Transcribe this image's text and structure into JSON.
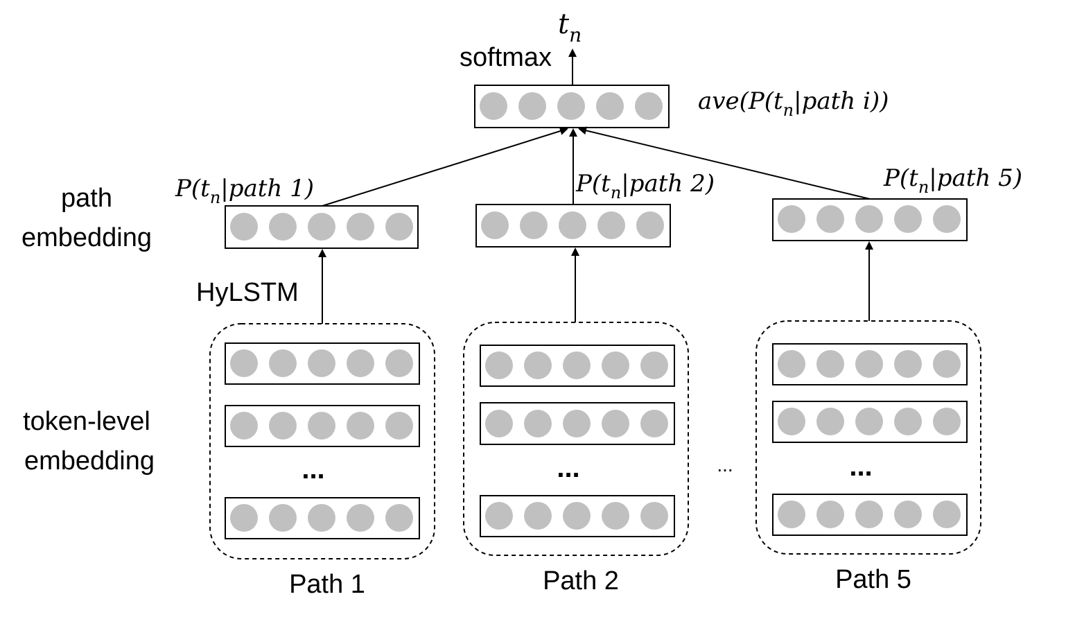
{
  "labels": {
    "output": "t",
    "output_sub": "n",
    "softmax": "softmax",
    "average": "ave(P(t",
    "average_sub": "n",
    "average_tail": "|path i))",
    "path_embedding": [
      "path",
      "embedding"
    ],
    "token_embedding": [
      "token-level",
      "embedding"
    ],
    "hylstm": "HyLSTM",
    "prob1": "P(t",
    "prob1_sub": "n",
    "prob1_tail": "|path 1)",
    "prob2": "P(t",
    "prob2_sub": "n",
    "prob2_tail": "|path 2)",
    "prob5": "P(t",
    "prob5_sub": "n",
    "prob5_tail": "|path 5)",
    "ellipsis": "...",
    "between_ellipsis": "...",
    "path1": "Path 1",
    "path2": "Path 2",
    "path5": "Path 5"
  },
  "colors": {
    "node_fill": "#c0c0c0",
    "stroke": "#000000"
  }
}
